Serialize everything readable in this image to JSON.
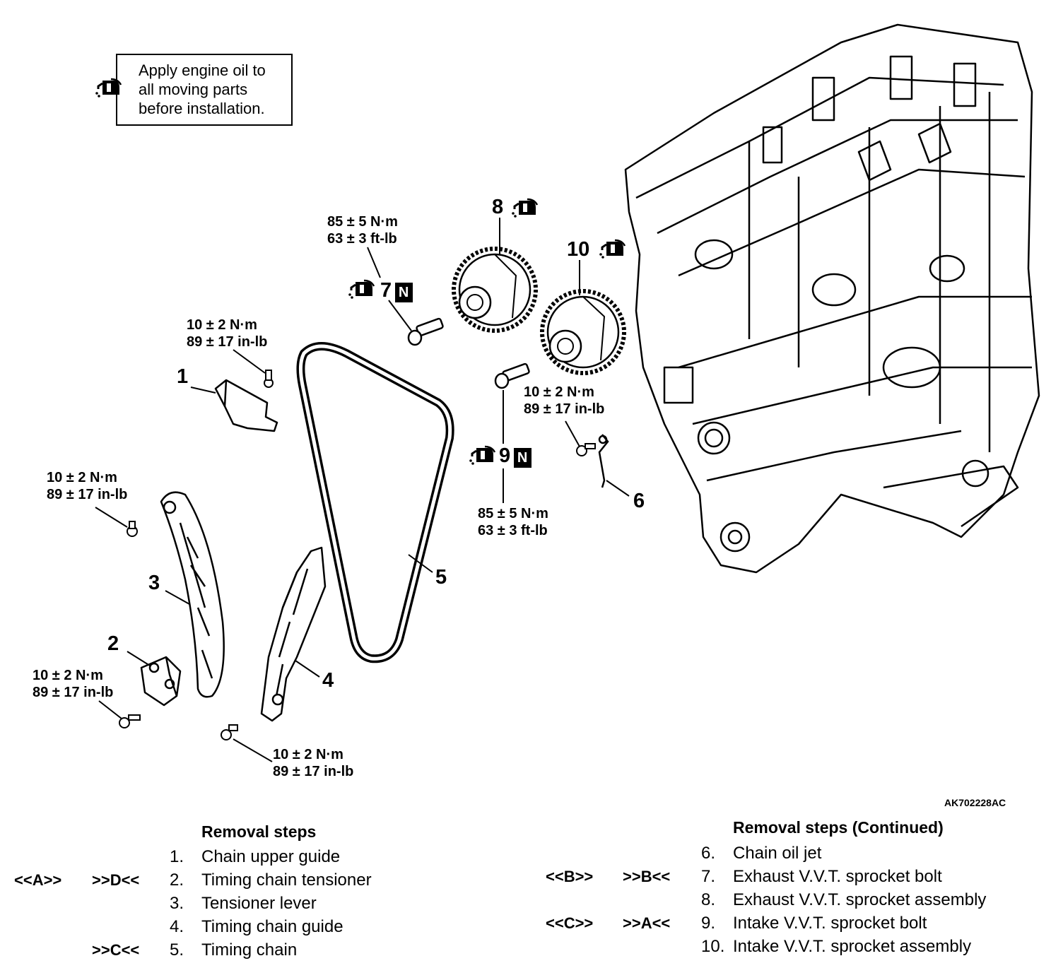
{
  "note": {
    "lines": [
      "Apply engine oil to",
      "all moving parts",
      "before installation."
    ],
    "icon": "oil-can-icon"
  },
  "callouts": {
    "c1": "1",
    "c2": "2",
    "c3": "3",
    "c4": "4",
    "c5": "5",
    "c6": "6",
    "c7": "7",
    "c8": "8",
    "c9": "9",
    "c10": "10"
  },
  "torques": {
    "t7": [
      "85 ± 5 N·m",
      "63 ± 3 ft-lb"
    ],
    "t1": [
      "10 ± 2 N·m",
      "89 ± 17 in-lb"
    ],
    "t3": [
      "10 ± 2 N·m",
      "89 ± 17 in-lb"
    ],
    "t6": [
      "10 ± 2 N·m",
      "89 ± 17 in-lb"
    ],
    "t9": [
      "85 ± 5 N·m",
      "63 ± 3 ft-lb"
    ],
    "t2": [
      "10 ± 2 N·m",
      "89 ± 17 in-lb"
    ],
    "t4": [
      "10 ± 2 N·m",
      "89 ± 17 in-lb"
    ]
  },
  "new_part_mark": "N",
  "figure_code": "AK702228AC",
  "removal_steps": {
    "title": "Removal steps",
    "items": [
      {
        "n": "1.",
        "label": "Chain upper guide",
        "ref_a": "",
        "ref_b": ""
      },
      {
        "n": "2.",
        "label": "Timing chain tensioner",
        "ref_a": "<<A>>",
        "ref_b": ">>D<<"
      },
      {
        "n": "3.",
        "label": "Tensioner lever",
        "ref_a": "",
        "ref_b": ""
      },
      {
        "n": "4.",
        "label": "Timing chain guide",
        "ref_a": "",
        "ref_b": ""
      },
      {
        "n": "5.",
        "label": "Timing chain",
        "ref_a": "",
        "ref_b": ">>C<<"
      }
    ]
  },
  "removal_steps_continued": {
    "title": "Removal steps (Continued)",
    "items": [
      {
        "n": "6.",
        "label": "Chain oil jet",
        "ref_a": "",
        "ref_b": ""
      },
      {
        "n": "7.",
        "label": "Exhaust V.V.T. sprocket bolt",
        "ref_a": "<<B>>",
        "ref_b": ">>B<<"
      },
      {
        "n": "8.",
        "label": "Exhaust V.V.T. sprocket assembly",
        "ref_a": "",
        "ref_b": ""
      },
      {
        "n": "9.",
        "label": "Intake V.V.T. sprocket bolt",
        "ref_a": "<<C>>",
        "ref_b": ">>A<<"
      },
      {
        "n": "10.",
        "label": "Intake V.V.T. sprocket assembly",
        "ref_a": "",
        "ref_b": ""
      }
    ]
  }
}
